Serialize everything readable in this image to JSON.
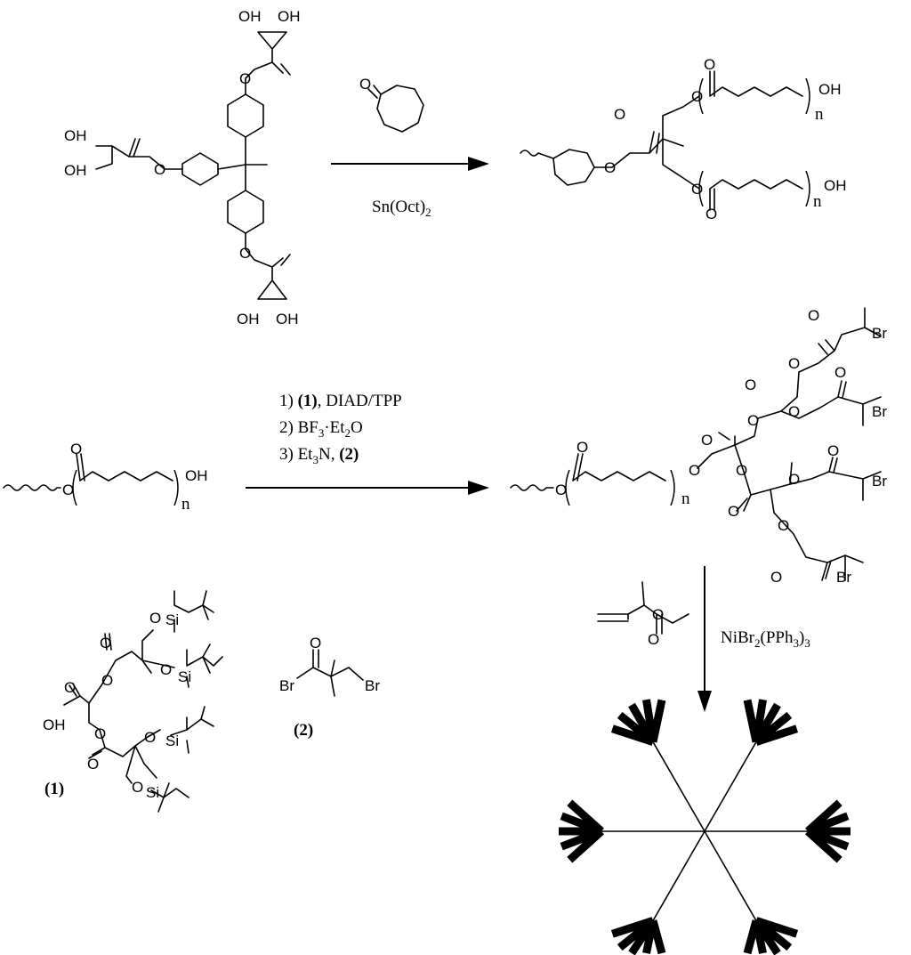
{
  "labels": {
    "oh": "OH",
    "o": "O",
    "br": "Br",
    "si": "Si",
    "n": "n"
  },
  "reagents": {
    "step1_catalyst": "Sn(Oct)",
    "step1_catalyst_sub": "2",
    "step2_line1_a": "1) ",
    "step2_line1_b": "(1)",
    "step2_line1_c": ", DIAD/TPP",
    "step2_line2_a": "2) BF",
    "step2_line2_b": "3",
    "step2_line2_c": "·Et",
    "step2_line2_d": "2",
    "step2_line2_e": "O",
    "step2_line3_a": "3) Et",
    "step2_line3_b": "3",
    "step2_line3_c": "N, ",
    "step2_line3_d": "(2)",
    "step3_catalyst_a": "NiBr",
    "step3_catalyst_b": "2",
    "step3_catalyst_c": "(PPh",
    "step3_catalyst_d": "3",
    "step3_catalyst_e": ")",
    "step3_catalyst_f": "3"
  },
  "compound_labels": {
    "compound1": "(1)",
    "compound2": "(2)"
  },
  "colors": {
    "ink": "#000000",
    "background": "#ffffff"
  }
}
